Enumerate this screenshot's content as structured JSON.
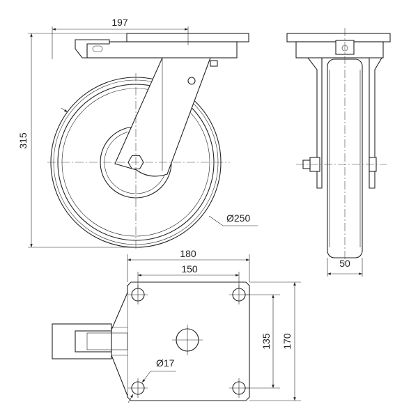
{
  "title": "Swivel castor technical drawing",
  "dimensions": {
    "offset": "197",
    "height": "315",
    "wheel_diameter": "Ø250",
    "wheel_width": "50",
    "plate_width": "180",
    "hole_spacing_x": "150",
    "hole_spacing_y": "135",
    "plate_length": "170",
    "hole_diameter": "Ø17"
  },
  "colors": {
    "line": "#222222",
    "background": "#ffffff"
  }
}
